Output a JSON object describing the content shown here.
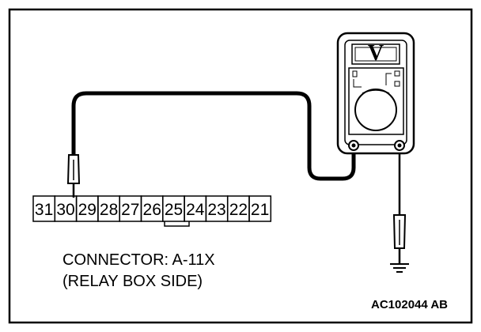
{
  "meter": {
    "mode_label": "V"
  },
  "connector": {
    "pins": [
      "31",
      "30",
      "29",
      "28",
      "27",
      "26",
      "25",
      "24",
      "23",
      "22",
      "21"
    ],
    "name_line": "CONNECTOR: A-11X",
    "side_line": "(RELAY BOX SIDE)"
  },
  "figure_code": "AC102044 AB"
}
